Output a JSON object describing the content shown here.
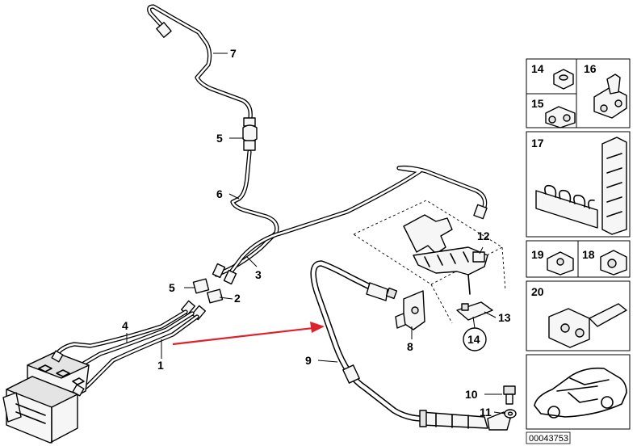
{
  "callouts": {
    "c1": "1",
    "c2": "2",
    "c3": "3",
    "c4": "4",
    "c5a": "5",
    "c5b": "5",
    "c6": "6",
    "c7": "7",
    "c8": "8",
    "c9": "9",
    "c10": "10",
    "c11": "11",
    "c12": "12",
    "c13": "13",
    "c14": "14"
  },
  "panel_cells": {
    "c14": "14",
    "c15": "15",
    "c16": "16",
    "c17": "17",
    "c18": "18",
    "c19": "19",
    "c20": "20"
  },
  "reference_number": "00043753",
  "colors": {
    "arrow": "#e0202a",
    "line": "#000000"
  }
}
